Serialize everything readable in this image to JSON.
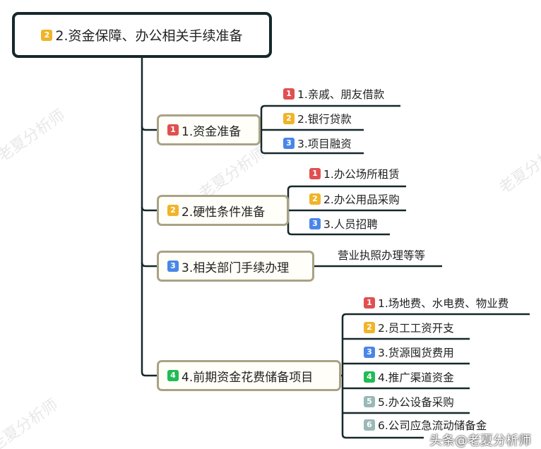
{
  "colors": {
    "line": "#15282a",
    "node_border": "#a9a285",
    "badge_1": "#e05050",
    "badge_2": "#f0b429",
    "badge_3": "#4a86e8",
    "badge_4": "#22bb55",
    "badge_5": "#9ab8b8",
    "badge_6": "#9ab8b8"
  },
  "root": {
    "badge": "2",
    "label": "2.资金保障、办公相关手续准备"
  },
  "branches": [
    {
      "badge": "1",
      "label": "1.资金准备",
      "children": [
        {
          "badge": "1",
          "label": "1.亲戚、朋友借款"
        },
        {
          "badge": "2",
          "label": "2.银行贷款"
        },
        {
          "badge": "3",
          "label": "3.项目融资"
        }
      ]
    },
    {
      "badge": "2",
      "label": "2.硬性条件准备",
      "children": [
        {
          "badge": "1",
          "label": "1.办公场所租赁"
        },
        {
          "badge": "2",
          "label": "2.办公用品采购"
        },
        {
          "badge": "3",
          "label": "3.人员招聘"
        }
      ]
    },
    {
      "badge": "3",
      "label": "3.相关部门手续办理",
      "children": [
        {
          "label": "营业执照办理等等"
        }
      ]
    },
    {
      "badge": "4",
      "label": "4.前期资金花费储备项目",
      "children": [
        {
          "badge": "1",
          "label": "1.场地费、水电费、物业费"
        },
        {
          "badge": "2",
          "label": "2.员工工资开支"
        },
        {
          "badge": "3",
          "label": "3.货源囤货费用"
        },
        {
          "badge": "4",
          "label": "4.推广渠道资金"
        },
        {
          "badge": "5",
          "label": "5.办公设备采购"
        },
        {
          "badge": "6",
          "label": "6.公司应急流动储备金"
        }
      ]
    }
  ],
  "watermark": "老夏分析师",
  "brand_watermark": "头条@老夏分析师"
}
